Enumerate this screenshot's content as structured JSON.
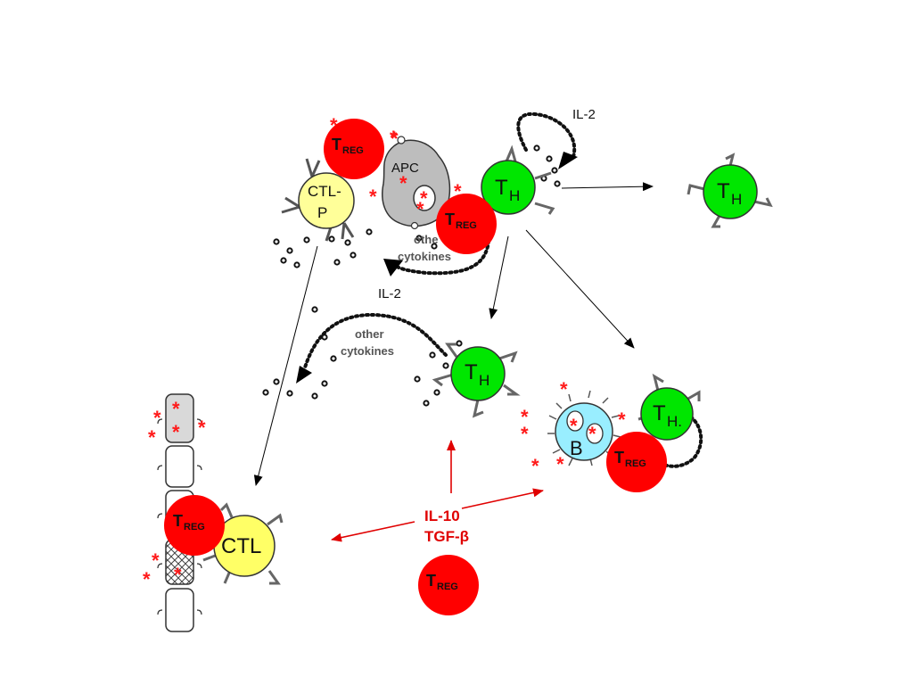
{
  "labels": {
    "il2_top": "IL-2",
    "il2_mid": "IL-2",
    "other_top_1": "othe",
    "other_top_2": "cytokines",
    "other_mid_1": "other",
    "other_mid_2": "cytokines",
    "apc": "APC",
    "ctlp_1": "CTL-",
    "ctlp_2": "P",
    "th_main": "T",
    "th_sub": "H",
    "th_dot_sub": "H.",
    "treg_main": "T",
    "treg_sub": "REG",
    "b_cell": "B",
    "ctl": "CTL",
    "suppressor_1": "IL-10",
    "suppressor_2": "TGF-β"
  },
  "colors": {
    "treg": "#ff0000",
    "th": "#00e600",
    "ctl": "#ffff66",
    "ctlp": "#ffff99",
    "apc": "#bdbdbd",
    "b_cell": "#99eeff",
    "antigen_star": "#ff1a1a",
    "suppressor_arrow": "#e00000"
  }
}
